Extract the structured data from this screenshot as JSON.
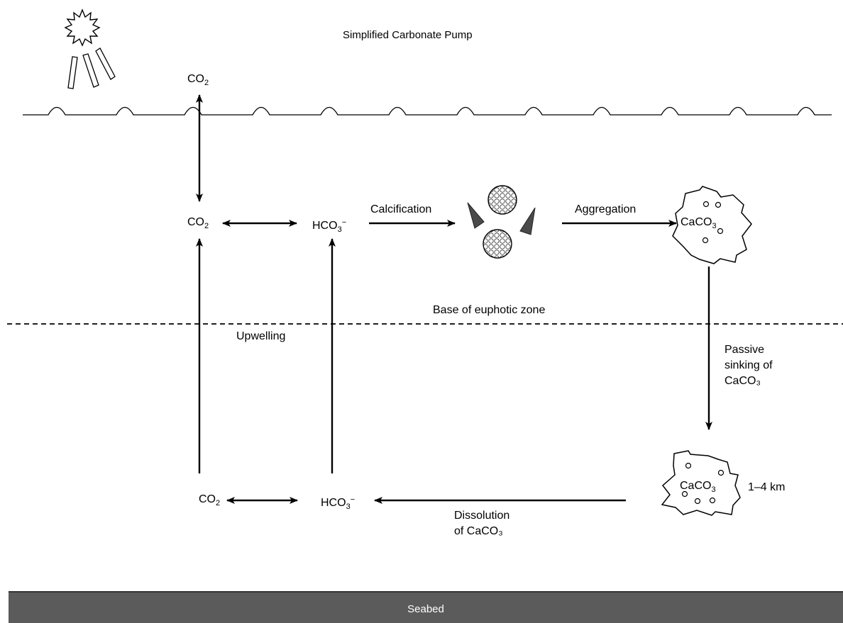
{
  "title": "Simplified Carbonate Pump",
  "labels": {
    "co2_atmosphere": {
      "base": "CO",
      "sub": "2"
    },
    "co2_surface": {
      "base": "CO",
      "sub": "2"
    },
    "hco3_surface": {
      "base": "HCO",
      "sub": "3",
      "sup": "−"
    },
    "calcification": "Calcification",
    "aggregation": "Aggregation",
    "caco3_surface": {
      "base": "CaCO",
      "sub": "3"
    },
    "euphotic_zone": "Base of euphotic zone",
    "upwelling": "Upwelling",
    "passive_sinking": [
      "Passive",
      "sinking of",
      "CaCO₃"
    ],
    "caco3_deep": {
      "base": "CaCO",
      "sub": "3"
    },
    "depth": "1–4 km",
    "co2_deep": {
      "base": "CO",
      "sub": "2"
    },
    "hco3_deep": {
      "base": "HCO",
      "sub": "3",
      "sup": "−"
    },
    "dissolution": [
      "Dissolution",
      "of  CaCO₃"
    ],
    "seabed": "Seabed"
  },
  "icons": [
    "sun-icon",
    "coccolithophore-icon",
    "aggregate-particle-icon",
    "wave-surface"
  ]
}
